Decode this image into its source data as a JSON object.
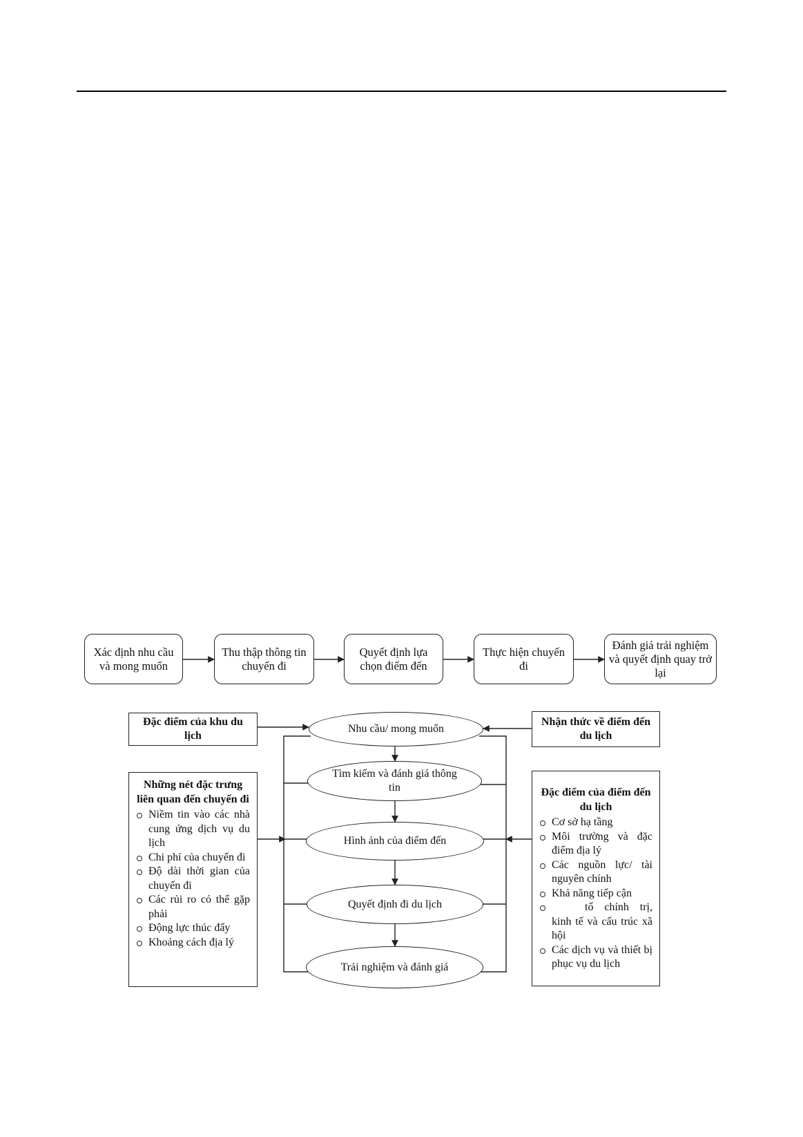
{
  "process_steps": [
    {
      "id": "step-1",
      "label": "Xác định nhu cầu và mong muốn"
    },
    {
      "id": "step-2",
      "label": "Thu thập thông tin chuyến đi"
    },
    {
      "id": "step-3",
      "label": "Quyết định lựa chọn điểm đến"
    },
    {
      "id": "step-4",
      "label": "Thực hiện chuyến đi"
    },
    {
      "id": "step-5",
      "label": "Đánh giá trải nghiệm và quyết định quay trở lại"
    }
  ],
  "decision_stages": [
    {
      "id": "stage-1",
      "label": "Nhu cầu/ mong muốn"
    },
    {
      "id": "stage-2",
      "label": "Tìm kiếm và đánh giá thông tin"
    },
    {
      "id": "stage-3",
      "label": "Hình ảnh của điểm đến"
    },
    {
      "id": "stage-4",
      "label": "Quyết định đi du lịch"
    },
    {
      "id": "stage-5",
      "label": "Trải nghiệm và đánh giá"
    }
  ],
  "factor_boxes": {
    "top_left": "Đặc điểm của khu du lịch",
    "top_right": "Nhận thức về điểm đến du lịch",
    "trip_characteristics": {
      "title": "Những nét đặc trưng liên quan đến chuyến đi",
      "items": [
        "Niềm tin vào các nhà cung ứng dịch vụ du lịch",
        "Chi phí của chuyến đi",
        "Độ dài thời gian của chuyến đi",
        "Các rủi ro có thể gặp phải",
        "Động lực thúc đẩy",
        "Khoảng cách địa lý"
      ]
    },
    "destination_characteristics": {
      "title": "Đặc điểm của điểm đến du lịch",
      "items": [
        "Cơ sở hạ tầng",
        "Môi trường và đặc điểm địa lý",
        "Các nguồn lực/ tài nguyên chính",
        "Khả năng tiếp cận",
        "tố chính trị, kinh tế và cấu trúc xã hội",
        "Các dịch vụ và thiết bị phục vụ du lịch"
      ]
    }
  },
  "colors": {
    "line": "#222222",
    "background": "#ffffff",
    "text": "#111111"
  }
}
